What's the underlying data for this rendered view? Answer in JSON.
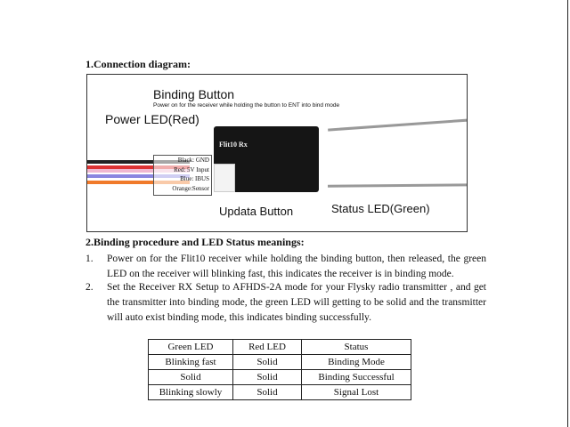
{
  "section1": {
    "heading": "1.Connection diagram:"
  },
  "diagram": {
    "binding_button": "Binding Button",
    "binding_note": "Power on for the receiver while holding the button to ENT into bind mode",
    "power_led": "Power LED(Red)",
    "board_label": "Flit10 Rx",
    "wires": [
      "Black: GND",
      "Red: 5V Input",
      "Blue: IBUS",
      "Orange:Sensor"
    ],
    "updata_button": "Updata Button",
    "status_led": "Status LED(Green)"
  },
  "section2": {
    "heading": "2.Binding procedure and LED Status meanings:",
    "items": [
      {
        "num": "1.",
        "text": "Power on for the Flit10 receiver while holding the binding button, then released, the green LED on the receiver will blinking fast, this indicates the receiver is in binding mode."
      },
      {
        "num": "2.",
        "text": "Set the Receiver RX Setup to AFHDS-2A mode for your Flysky radio transmitter , and get the transmitter into binding mode, the green LED will getting to be solid and the transmitter will auto exist binding mode, this indicates binding successfully."
      }
    ]
  },
  "table": {
    "headers": [
      "Green LED",
      "Red LED",
      "Status"
    ],
    "rows": [
      [
        "Blinking fast",
        "Solid",
        "Binding Mode"
      ],
      [
        "Solid",
        "Solid",
        "Binding Successful"
      ],
      [
        "Blinking slowly",
        "Solid",
        "Signal Lost"
      ]
    ]
  }
}
